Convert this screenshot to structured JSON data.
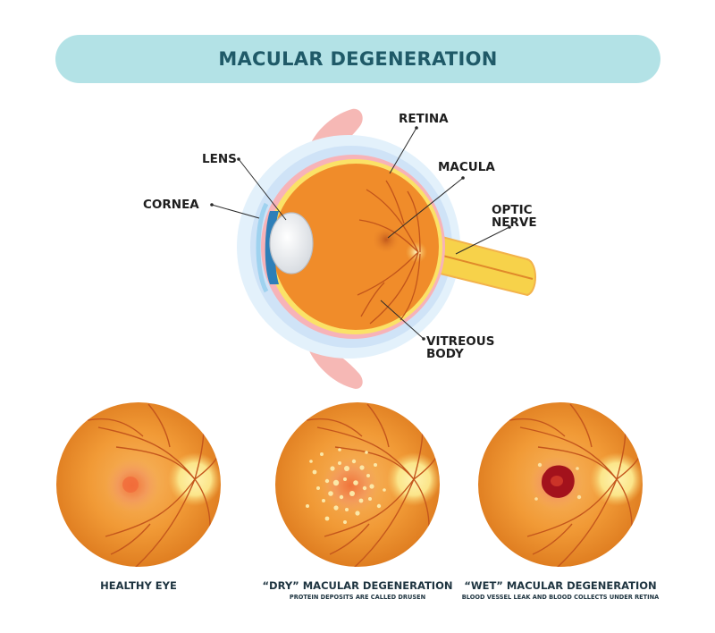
{
  "title": "MACULAR DEGENERATION",
  "anatomy_labels": {
    "retina": "RETINA",
    "lens": "LENS",
    "macula": "MACULA",
    "cornea": "CORNEA",
    "optic_nerve": [
      "OPTIC",
      "NERVE"
    ],
    "vitreous_body": [
      "VITREOUS",
      "BODY"
    ]
  },
  "panels": [
    {
      "caption": "HEALTHY EYE",
      "subcaption": ""
    },
    {
      "caption": "“DRY” MACULAR DEGENERATION",
      "subcaption": "PROTEIN DEPOSITS ARE CALLED DRUSEN"
    },
    {
      "caption": "“WET” MACULAR DEGENERATION",
      "subcaption": "BLOOD VESSEL LEAK AND BLOOD COLLECTS UNDER RETINA"
    }
  ],
  "colors": {
    "banner": "#b3e2e6",
    "title_text": "#1f5a68",
    "eyeball": "#f08c2a",
    "optic_nerve": "#f7d24a",
    "sclera_glow": "#d9ecfa",
    "blood": "#a3121c"
  }
}
